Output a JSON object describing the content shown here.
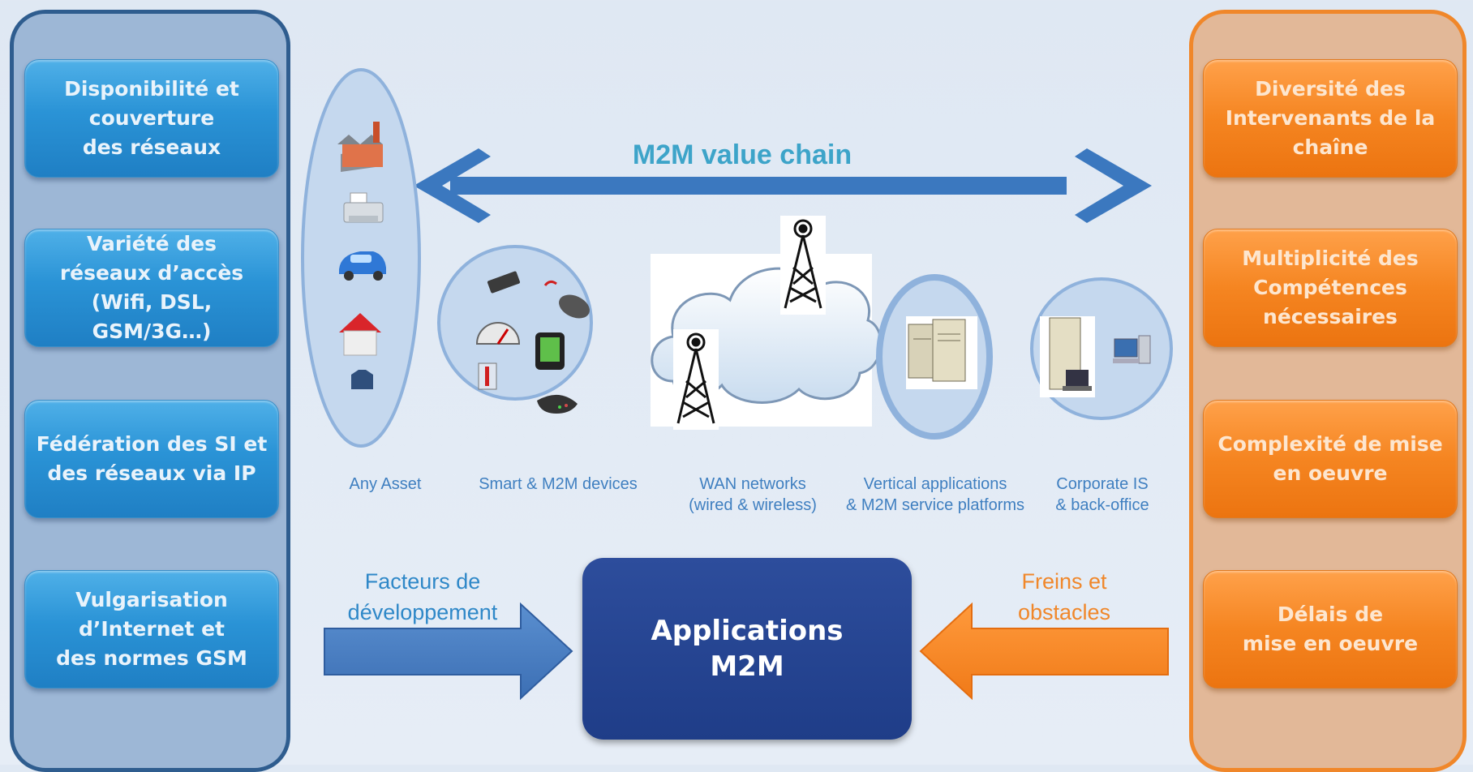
{
  "left_panel": {
    "items": [
      "Disponibilité et\ncouverture\ndes réseaux",
      "Variété des\nréseaux d’accès\n(Wifi, DSL, GSM/3G…)",
      "Fédération des SI et\ndes réseaux via IP",
      "Vulgarisation\nd’Internet et\ndes normes GSM"
    ]
  },
  "right_panel": {
    "items": [
      "Diversité des\nIntervenants de la\nchaîne",
      "Multiplicité des\nCompétences\nnécessaires",
      "Complexité de mise\nen oeuvre",
      "Délais de\nmise en oeuvre"
    ]
  },
  "value_chain": {
    "title": "M2M value chain",
    "stages": [
      "Any Asset",
      "Smart & M2M devices",
      "WAN networks\n(wired & wireless)",
      "Vertical applications\n& M2M service platforms",
      "Corporate IS\n& back-office"
    ]
  },
  "flows": {
    "left_label": "Facteurs de\ndéveloppement",
    "right_label": "Freins et\nobstacles",
    "center": "Applications\nM2M"
  },
  "colors": {
    "left_panel": "#9db7d6",
    "right_panel": "#e2b898",
    "blue_box": "#2a93d6",
    "orange_box": "#f58521",
    "center_box": "#1f3d88",
    "chain_arrow": "#3b78bf"
  }
}
